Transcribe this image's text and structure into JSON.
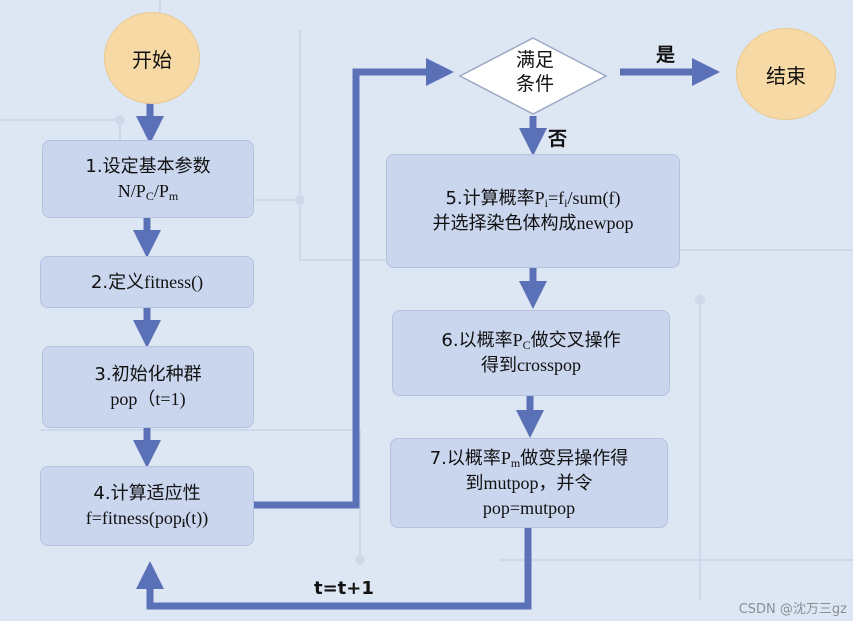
{
  "nodes": {
    "start": {
      "label": "开始"
    },
    "end": {
      "label": "结束"
    },
    "decision": {
      "label_1": "满足",
      "label_2": "条件"
    },
    "step1": {
      "label": "1.设定基本参数",
      "formula_1": "N/P",
      "sub_1": "C",
      "formula_2": "/P",
      "sub_2": "m"
    },
    "step2": {
      "label_1": "2.定义",
      "label_2": "fitness()"
    },
    "step3": {
      "label": "3.初始化种群",
      "formula": "pop（t=1)"
    },
    "step4": {
      "label": "4.计算适应性",
      "formula_1": "f=fitness(pop",
      "sub": "i",
      "formula_2": "(t))"
    },
    "step5": {
      "label_1": "5.计算概率",
      "p": "P",
      "sub_1": "i",
      "eq": "=f",
      "sub_2": "i",
      "sum": "/sum(f)",
      "label_2": "并选择染色体构成",
      "label_3": "newpop"
    },
    "step6": {
      "label_1": "6.以概率",
      "p": "P",
      "sub": "C",
      "label_2": "做交叉操作",
      "label_3": "得到",
      "label_4": "crosspop"
    },
    "step7": {
      "label_1": "7.以概率",
      "p": "P",
      "sub": "m",
      "label_2": "做变异操作得",
      "label_3": "到",
      "label_4": "mutpop",
      "label_5": "，并令",
      "label_6": "pop=mutpop"
    }
  },
  "edges": {
    "yes": "是",
    "no": "否",
    "loop": "t=t+1"
  },
  "watermark": "CSDN @沈万三gz",
  "colors": {
    "arrow": "#5b71b7",
    "box": "#c9d6ee",
    "circle": "#f7d9a6",
    "background": "#dde7f3"
  }
}
